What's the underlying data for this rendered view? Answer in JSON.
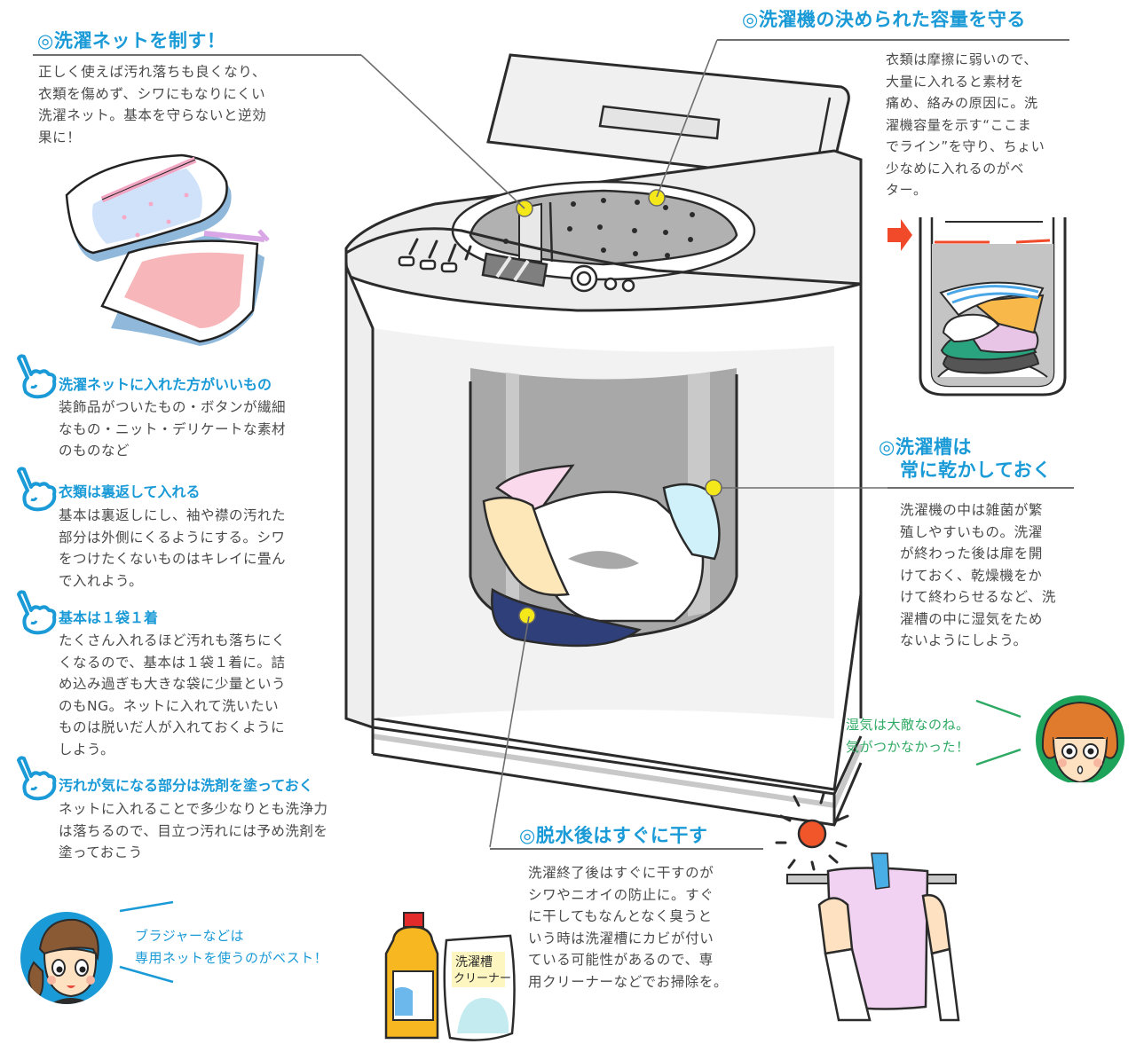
{
  "sections": {
    "net": {
      "title": "◎洗濯ネットを制す！",
      "lines": [
        "正しく使えば汚れ落ちも良くなり、",
        "衣類を傷めず、シワにもなりにくい",
        "洗濯ネット。基本を守らないと逆効",
        "果に！"
      ]
    },
    "capacity": {
      "title": "◎洗濯機の決められた容量を守る",
      "lines": [
        "衣類は摩擦に弱いので、",
        "大量に入れると素材を",
        "痛め、絡みの原因に。洗",
        "濯機容量を示す“ここま",
        "でライン”を守り、ちょい",
        "少なめに入れるのがベ",
        "ター。"
      ]
    },
    "dry_tub": {
      "title_lines": [
        "◎洗濯槽は",
        "常に乾かしておく"
      ],
      "lines": [
        "洗濯機の中は雑菌が繁",
        "殖しやすいもの。洗濯",
        "が終わった後は扉を開",
        "けておく、乾燥機をか",
        "けて終わらせるなど、洗",
        "濯槽の中に湿気をため",
        "ないようにしよう。"
      ]
    },
    "hang": {
      "title": "◎脱水後はすぐに干す",
      "lines": [
        "洗濯終了後はすぐに干すのが",
        "シワやニオイの防止に。すぐ",
        "に干してもなんとなく臭うと",
        "いう時は洗濯槽にカビが付い",
        "ている可能性があるので、専",
        "用クリーナーなどでお掃除を。"
      ]
    }
  },
  "tips": [
    {
      "title": "洗濯ネットに入れた方がいいもの",
      "lines": [
        "装飾品がついたもの・ボタンが繊細",
        "なもの・ニット・デリケートな素材",
        "のものなど"
      ]
    },
    {
      "title": "衣類は裏返して入れる",
      "lines": [
        "基本は裏返しにし、袖や襟の汚れた",
        "部分は外側にくるようにする。シワ",
        "をつけたくないものはキレイに畳ん",
        "で入れよう。"
      ]
    },
    {
      "title": "基本は１袋１着",
      "lines": [
        "たくさん入れるほど汚れも落ちにく",
        "くなるので、基本は１袋１着に。詰",
        "め込み過ぎも大きな袋に少量という",
        "のもNG。ネットに入れて洗いたい",
        "ものは脱いだ人が入れておくように",
        "しよう。"
      ]
    },
    {
      "title": "汚れが気になる部分は洗剤を塗っておく",
      "lines": [
        "ネットに入れることで多少なりとも洗浄力",
        "は落ちるので、目立つ汚れには予め洗剤を",
        "塗っておこう"
      ]
    }
  ],
  "speech": {
    "woman": [
      "ブラジャーなどは",
      "専用ネットを使うのがベスト！"
    ],
    "girl": [
      "湿気は大敵なのね。",
      "気がつかなかった！"
    ]
  },
  "cleaner_label": [
    "洗濯槽",
    "クリーナー"
  ],
  "colors": {
    "accent_blue": "#1a9ad6",
    "accent_green": "#2faa64",
    "marker_yellow": "#f5e81a",
    "arrow_red": "#f04a2a"
  }
}
